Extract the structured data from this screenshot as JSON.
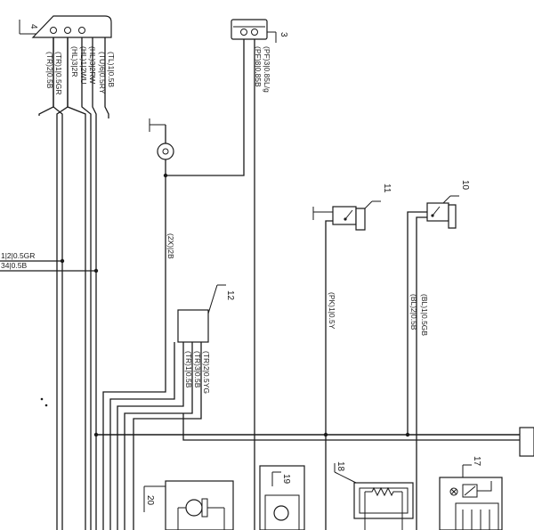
{
  "components": {
    "c4": {
      "number": "4",
      "wires": [
        "(TL)1|0.5B",
        "(TU)6|0.5RY",
        "(HL)3|2RW",
        "(HL)1|2WU",
        "(HL)3|2R",
        "(TR)1|0.5GR",
        "(TR)2|0.5B"
      ]
    },
    "c3": {
      "number": "3",
      "wires": [
        "(PF)3|0.85L/g",
        "(PF)8|0.85B"
      ]
    },
    "c11": {
      "number": "11",
      "wire": "(PK)1|0.5Y"
    },
    "c10": {
      "number": "10",
      "wires": [
        "(BL)1|0.5GB",
        "(BL)2|0.5B"
      ]
    },
    "c12": {
      "number": "12",
      "wires": [
        "(TR)2|0.5YG",
        "(TR)3|0.5B",
        "(TR)1|0.5B"
      ]
    },
    "c20": {
      "number": "20"
    },
    "c19": {
      "number": "19"
    },
    "c18": {
      "number": "18"
    },
    "c17": {
      "number": "17"
    }
  },
  "wires": {
    "lamp_feed": "(2X)|2B",
    "left_edge_1": "1|2|0.5GR",
    "left_edge_2": "34|0.5B"
  }
}
